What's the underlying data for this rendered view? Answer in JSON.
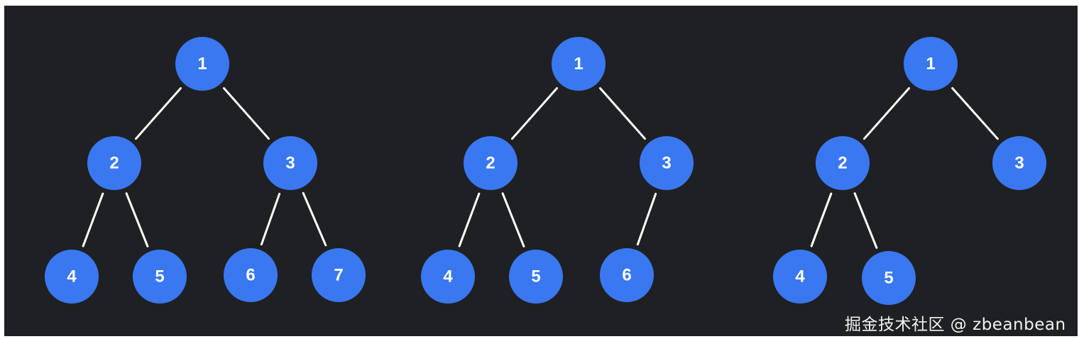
{
  "colors": {
    "background": "#1f2023",
    "node_fill": "#3a78f2",
    "edge": "#ffffff",
    "label": "#ffffff"
  },
  "trees": [
    {
      "nodes": [
        "1",
        "2",
        "3",
        "4",
        "5",
        "6",
        "7"
      ],
      "edges": [
        [
          "1",
          "2"
        ],
        [
          "1",
          "3"
        ],
        [
          "2",
          "4"
        ],
        [
          "2",
          "5"
        ],
        [
          "3",
          "6"
        ],
        [
          "3",
          "7"
        ]
      ]
    },
    {
      "nodes": [
        "1",
        "2",
        "3",
        "4",
        "5",
        "6"
      ],
      "edges": [
        [
          "1",
          "2"
        ],
        [
          "1",
          "3"
        ],
        [
          "2",
          "4"
        ],
        [
          "2",
          "5"
        ],
        [
          "3",
          "6"
        ]
      ]
    },
    {
      "nodes": [
        "1",
        "2",
        "3",
        "4",
        "5"
      ],
      "edges": [
        [
          "1",
          "2"
        ],
        [
          "1",
          "3"
        ],
        [
          "2",
          "4"
        ],
        [
          "2",
          "5"
        ]
      ]
    }
  ],
  "watermark": "掘金技术社区 @ zbeanbean"
}
